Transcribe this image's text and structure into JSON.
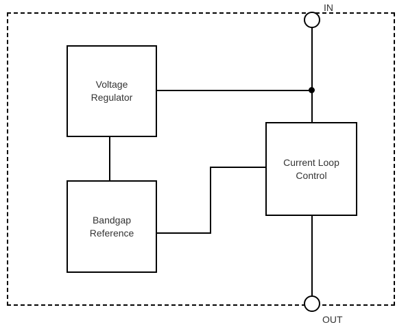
{
  "diagram": {
    "terminals": {
      "in_label": "IN",
      "out_label": "OUT"
    },
    "blocks": {
      "voltage_regulator": "Voltage Regulator",
      "bandgap_reference": "Bandgap Reference",
      "current_loop_control": "Current Loop Control"
    },
    "colors": {
      "line": "#000000",
      "background": "#ffffff",
      "text": "#333333"
    }
  }
}
